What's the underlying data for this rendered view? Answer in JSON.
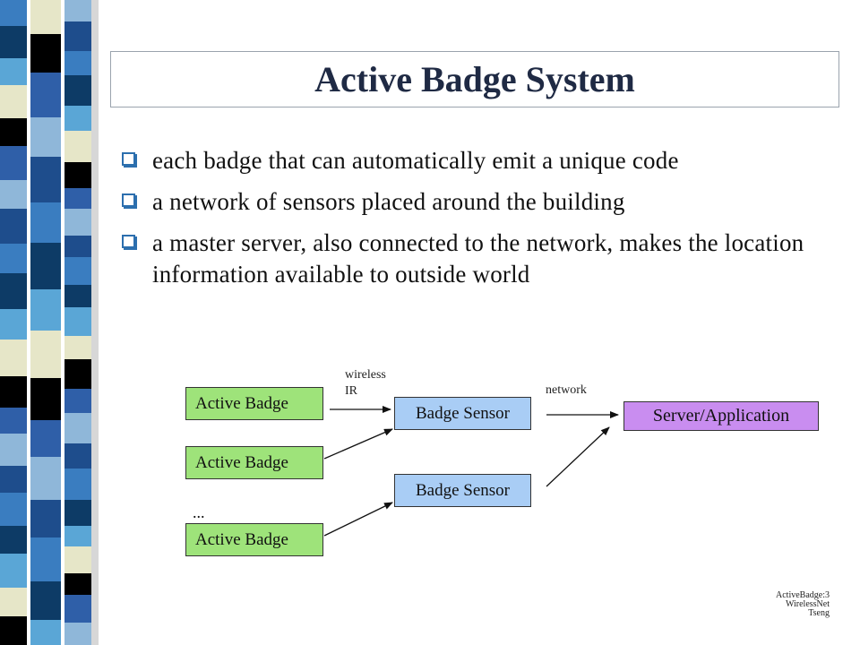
{
  "slide": {
    "title": "Active Badge System",
    "bullets": [
      "each badge that can automatically emit a unique code",
      "a network of sensors placed around the building",
      "a master server, also connected to the network, makes the location information available to outside world"
    ]
  },
  "diagram": {
    "badges": [
      "Active Badge",
      "Active Badge",
      "Active Badge"
    ],
    "sensors": [
      "Badge Sensor",
      "Badge Sensor"
    ],
    "server": "Server/Application",
    "label_wireless": "wireless",
    "label_ir": "IR",
    "label_network": "network",
    "ellipsis": "..."
  },
  "footer": {
    "line1": "ActiveBadge:3",
    "line2": "WirelessNet",
    "line3": "Tseng"
  },
  "colors": {
    "badge": "#9ee37a",
    "sensor": "#a9cdf5",
    "server": "#c98df0",
    "title_text": "#1f2a44",
    "bullet_box": "#2c6fae"
  }
}
